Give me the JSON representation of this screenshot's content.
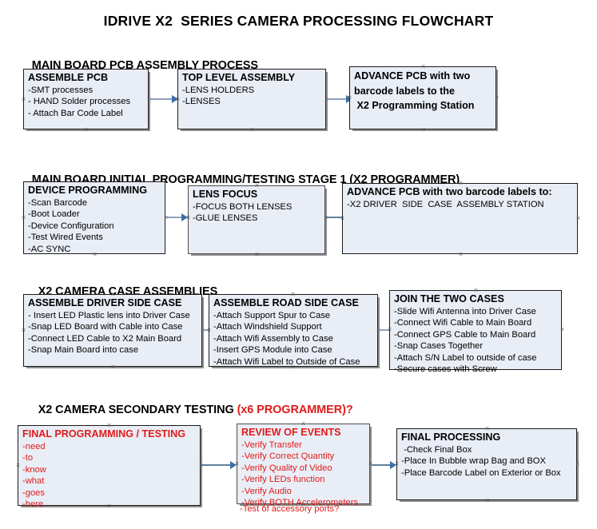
{
  "document": {
    "title": "IDRIVE X2  SERIES CAMERA PROCESSING FLOWCHART",
    "accent_red": "#e01b1b",
    "box_fill": "#e9edf5",
    "box_border": "#1b1b1b",
    "arrow_color": "#8ba4bf",
    "arrow_head_color": "#3b6ea5"
  },
  "sections": [
    {
      "id": "main-board-pcb-assembly",
      "header": "MAIN BOARD PCB ASSEMBLY PROCESS",
      "header_suffix": "",
      "boxes": [
        {
          "id": "assemble-pcb",
          "title": "ASSEMBLE PCB",
          "lines": [
            "-SMT processes",
            "- HAND Solder processes",
            "- Attach Bar Code Label"
          ]
        },
        {
          "id": "top-level-assembly",
          "title": "TOP LEVEL ASSEMBLY",
          "lines": [
            "-LENS HOLDERS",
            "-LENSES"
          ]
        },
        {
          "id": "advance-pcb-programming-station",
          "title": "ADVANCE PCB with two",
          "lines": [
            "barcode labels to the",
            " X2 Programming Station"
          ]
        }
      ]
    },
    {
      "id": "main-board-initial-programming",
      "header": "MAIN BOARD INITIAL PROGRAMMING/TESTING STAGE 1 (X2 PROGRAMMER)",
      "header_suffix": "",
      "boxes": [
        {
          "id": "device-programming",
          "title": "DEVICE PROGRAMMING",
          "lines": [
            "-Scan Barcode",
            "-Boot Loader",
            "-Device Configuration",
            "-Test Wired Events",
            "-AC SYNC"
          ]
        },
        {
          "id": "lens-focus",
          "title": "LENS FOCUS",
          "lines": [
            "-FOCUS BOTH LENSES",
            "-GLUE LENSES"
          ]
        },
        {
          "id": "advance-pcb-driver-side-station",
          "title": "ADVANCE PCB with two barcode labels to:",
          "lines": [
            "-X2 DRIVER  SIDE  CASE  ASSEMBLY STATION"
          ]
        }
      ]
    },
    {
      "id": "x2-camera-case-assemblies",
      "header": "X2 CAMERA CASE ASSEMBLIES",
      "header_suffix": "",
      "boxes": [
        {
          "id": "assemble-driver-side-case",
          "title": "ASSEMBLE DRIVER SIDE CASE",
          "lines": [
            "- Insert LED Plastic lens into Driver Case",
            "-Snap LED Board with Cable into Case",
            "-Connect LED Cable to X2 Main Board",
            "-Snap Main Board into case"
          ]
        },
        {
          "id": "assemble-road-side-case",
          "title": "ASSEMBLE ROAD SIDE CASE",
          "lines": [
            "-Attach Support Spur to Case",
            "-Attach Windshield Support",
            "-Attach Wifi Assembly to Case",
            "-Insert GPS Module into Case",
            "-Attach Wifi Label to Outside of Case"
          ]
        },
        {
          "id": "join-the-two-cases",
          "title": "JOIN THE TWO CASES",
          "lines": [
            "-Slide Wifi Antenna into Driver Case",
            "-Connect Wifi Cable to Main Board",
            "-Connect GPS Cable to Main Board",
            "-Snap Cases Together",
            "-Attach S/N Label to outside of case",
            "-Secure cases with Screw"
          ]
        }
      ]
    },
    {
      "id": "x2-camera-secondary-testing",
      "header": "X2 CAMERA SECONDARY TESTING ",
      "header_suffix": "(x6 PROGRAMMER)?",
      "boxes": [
        {
          "id": "final-programming-testing",
          "title": "FINAL PROGRAMMING / TESTING",
          "lines": [
            "-need",
            "-to",
            "-know",
            "-what",
            "-goes",
            "-here"
          ]
        },
        {
          "id": "review-of-events",
          "title": "REVIEW OF EVENTS",
          "lines": [
            "-Verify Transfer",
            "-Verify Correct Quantity",
            "-Verify Quality of Video",
            "-Verify LEDs function",
            "-Verify Audio",
            "-Verify BOTH Accelerometers"
          ],
          "overflow_line": "-Test of accessory ports?"
        },
        {
          "id": "final-processing",
          "title": "FINAL PROCESSING",
          "lines": [
            " -Check Final Box",
            "-Place In Bubble wrap Bag and BOX",
            "-Place Barcode Label on Exterior or Box"
          ]
        }
      ]
    }
  ]
}
